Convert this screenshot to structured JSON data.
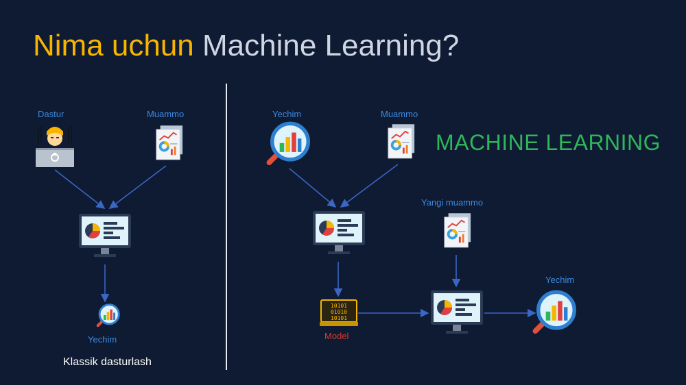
{
  "title": {
    "highlight": "Nima uchun",
    "rest": "Machine Learning?"
  },
  "left": {
    "dastur_label": "Dastur",
    "muammo_label": "Muammo",
    "yechim_label": "Yechim",
    "caption": "Klassik dasturlash"
  },
  "right": {
    "yechim_label": "Yechim",
    "muammo_label": "Muammo",
    "ml_label": "MACHINE LEARNING",
    "yangi_label": "Yangi muammo",
    "model_label": "Model",
    "yechim2_label": "Yechim",
    "model_bits": [
      "10101",
      "01010",
      "10101"
    ]
  },
  "colors": {
    "background": "#0f1a33",
    "title_highlight": "#f7b500",
    "label_blue": "#3b8be0",
    "ml_green": "#2fb65b",
    "model_red": "#d93a2e",
    "arrow": "#3a66c4"
  },
  "icons": [
    "programmer-icon",
    "document-chart-icon",
    "monitor-dashboard-icon",
    "magnifier-chart-icon",
    "chip-model-icon"
  ]
}
